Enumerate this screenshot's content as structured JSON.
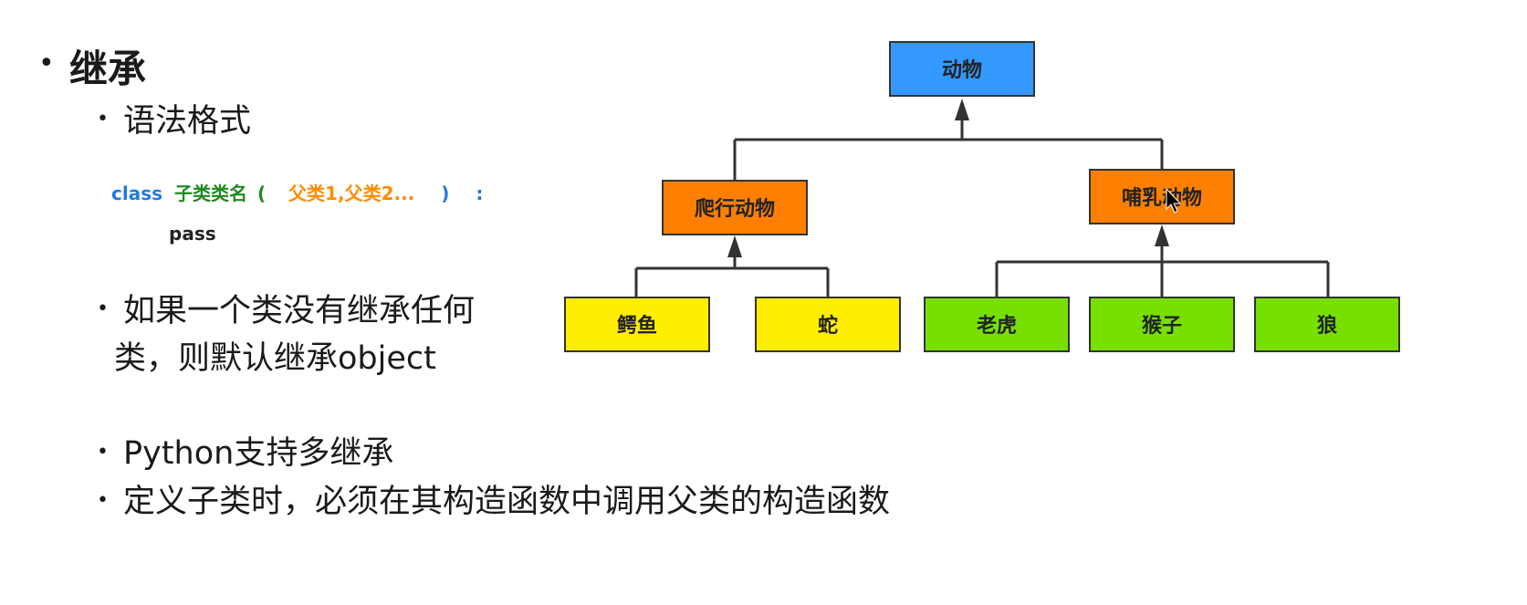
{
  "heading": "继承",
  "subheading": "语法格式",
  "code": {
    "keyword": "class",
    "child_name": "子类类名",
    "open_paren": "(",
    "parents": "父类1,父类2...",
    "close_paren": ")",
    "colon": ":",
    "body": "pass"
  },
  "bullets": {
    "default_object_line1": "如果一个类没有继承任何",
    "default_object_line2": "类，则默认继承object",
    "multi_inherit": "Python支持多继承",
    "constructor": "定义子类时，必须在其构造函数中调用父类的构造函数"
  },
  "diagram": {
    "root": "动物",
    "reptile": "爬行动物",
    "mammal": "哺乳动物",
    "crocodile": "鳄鱼",
    "snake": "蛇",
    "tiger": "老虎",
    "monkey": "猴子",
    "wolf": "狼"
  },
  "colors": {
    "root": "#3399ff",
    "mid": "#ff8000",
    "reptile_leaf": "#ffee00",
    "mammal_leaf": "#77e000"
  }
}
